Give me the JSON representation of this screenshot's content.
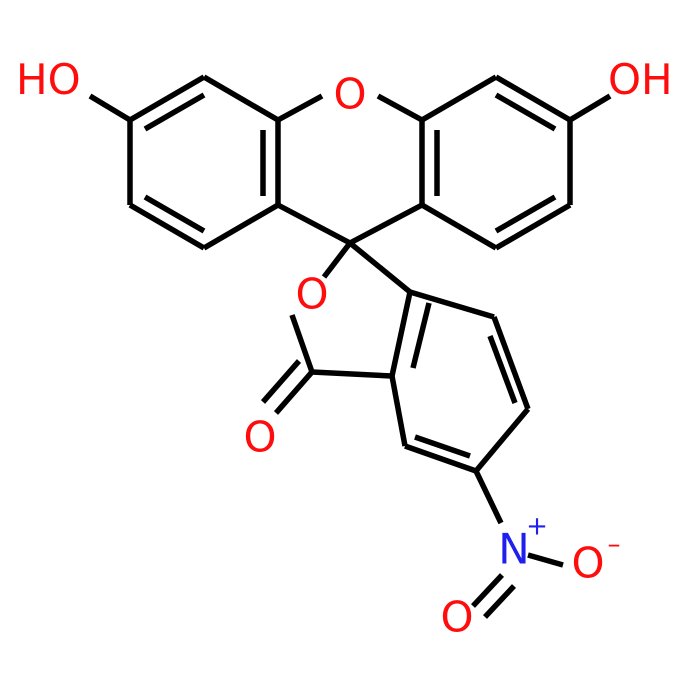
{
  "molecule": {
    "atoms": {
      "oh_left": "HO",
      "oh_right": "OH",
      "o_bridge": "O",
      "o_lactone": "O",
      "o_carbonyl": "O",
      "n_nitro": "N",
      "n_charge": "+",
      "o_nitro_minus": "O",
      "o_nitro_minus_charge": "–",
      "o_nitro_double": "O"
    },
    "colors": {
      "oxygen": "#ff0d0d",
      "nitrogen": "#2020ee",
      "bond": "#000000",
      "background": "#ffffff"
    }
  }
}
